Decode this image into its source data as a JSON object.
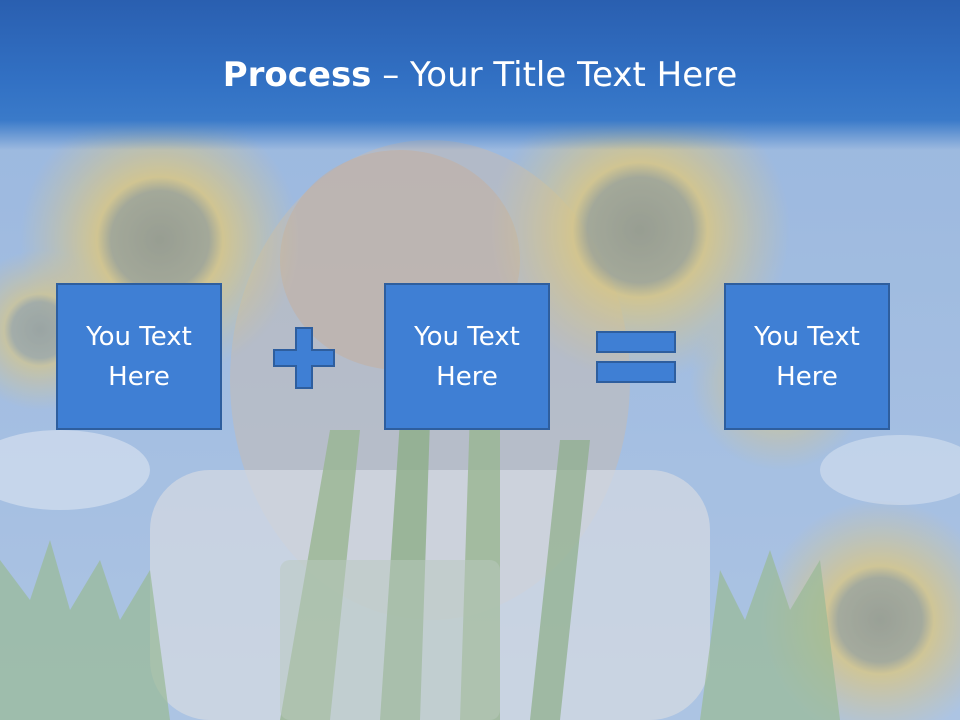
{
  "slide": {
    "title_bold": "Process",
    "title_rest": " – Your Title Text Here"
  },
  "boxes": [
    {
      "text": "You Text Here"
    },
    {
      "text": "You Text Here"
    },
    {
      "text": "You Text Here"
    }
  ],
  "operators": {
    "plus": "plus-icon",
    "equals": "equals-icon"
  },
  "colors": {
    "box_fill": "#3f7fd4",
    "box_border": "#2e5e9e",
    "title_bar": "#2f6bbe"
  }
}
